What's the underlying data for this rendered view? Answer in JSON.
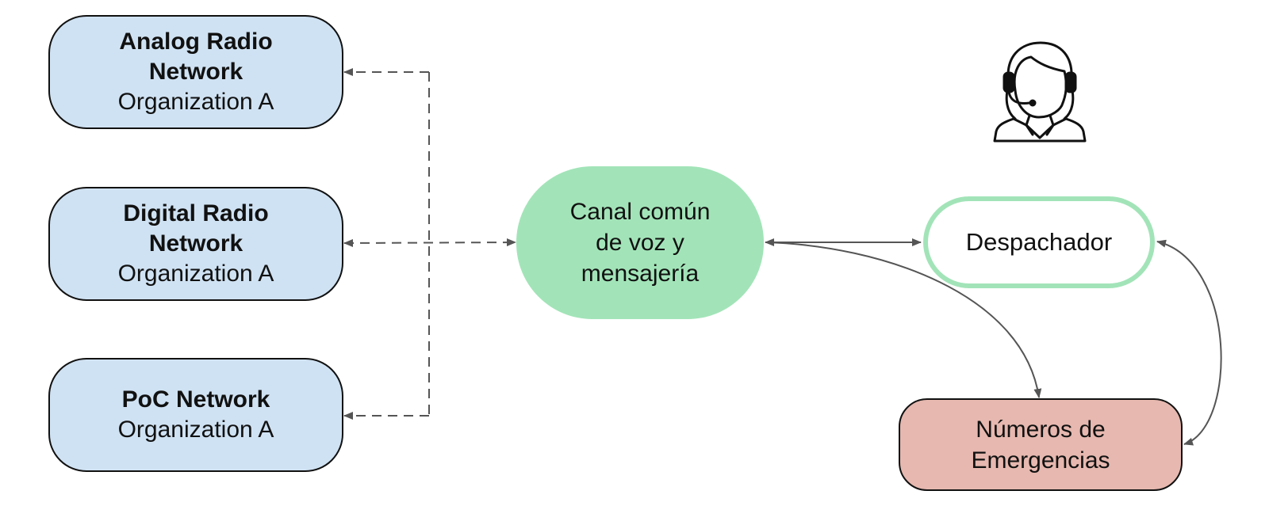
{
  "networks": [
    {
      "name_line1": "Analog Radio",
      "name_line2": "Network",
      "org": "Organization A"
    },
    {
      "name_line1": "Digital Radio",
      "name_line2": "Network",
      "org": "Organization A"
    },
    {
      "name_line1": "PoC Network",
      "org": "Organization A"
    }
  ],
  "canal": {
    "line1": "Canal común",
    "line2": "de voz y",
    "line3": "mensajería"
  },
  "despachador": {
    "label": "Despachador"
  },
  "emergencias": {
    "line1": "Números de",
    "line2": "Emergencias"
  },
  "icons": {
    "dispatcher": "headset-operator-icon"
  },
  "colors": {
    "network_fill": "#cfe2f3",
    "canal_fill": "#a2e4b8",
    "despachador_border": "#a2e4b8",
    "emergencias_fill": "#e6b8af",
    "connector": "#555555"
  }
}
